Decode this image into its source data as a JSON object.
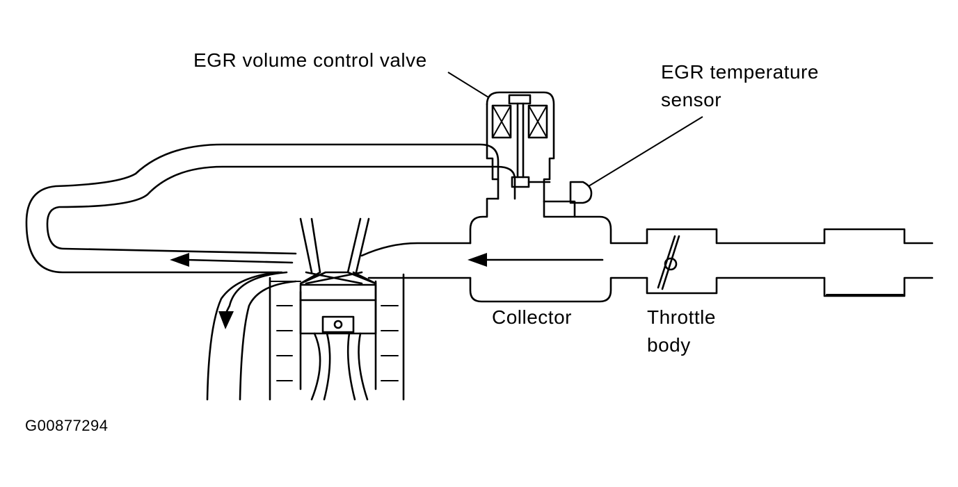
{
  "labels": {
    "egr_valve": "EGR volume control valve",
    "egr_sensor_line1": "EGR temperature",
    "egr_sensor_line2": "sensor",
    "collector": "Collector",
    "throttle_line1": "Throttle",
    "throttle_line2": "body"
  },
  "figure_code": "G00877294",
  "colors": {
    "line": "#000000",
    "background": "#ffffff"
  }
}
